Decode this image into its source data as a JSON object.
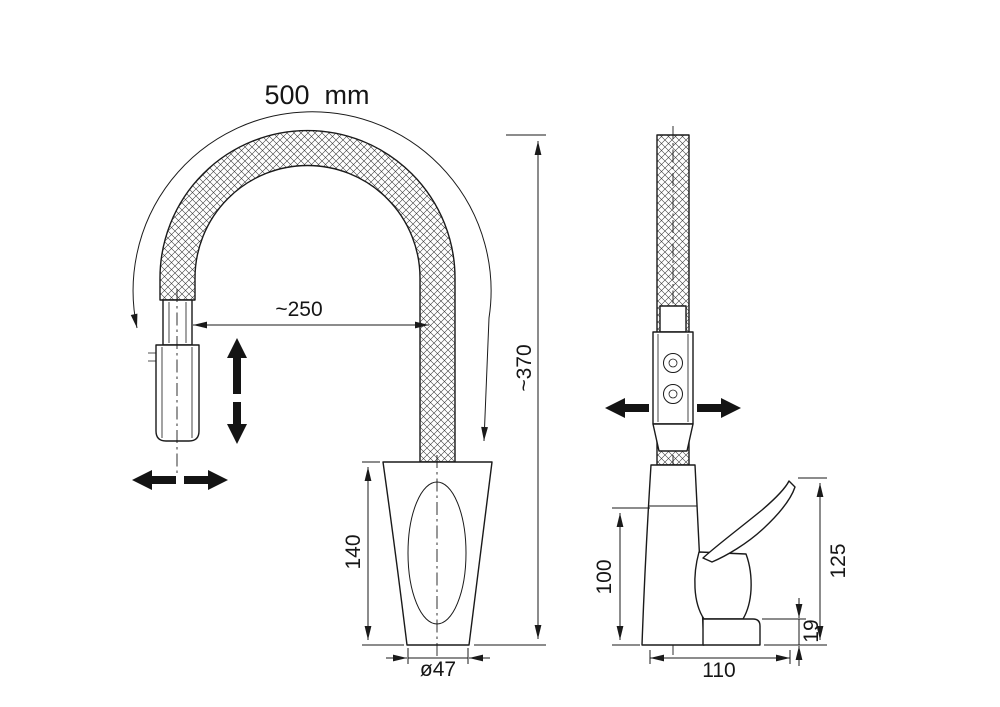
{
  "drawing": {
    "background": "#ffffff",
    "line_color": "#1a1a1a",
    "front_view": {
      "hose_length_label": "500  mm",
      "reach_label": "~250",
      "overall_height_label": "~370",
      "body_height_label": "140",
      "base_diameter_label": "ø47"
    },
    "side_view": {
      "spout_height_label": "100",
      "handle_height_label": "125",
      "base_plate_height_label": "19",
      "base_depth_label": "110"
    }
  }
}
